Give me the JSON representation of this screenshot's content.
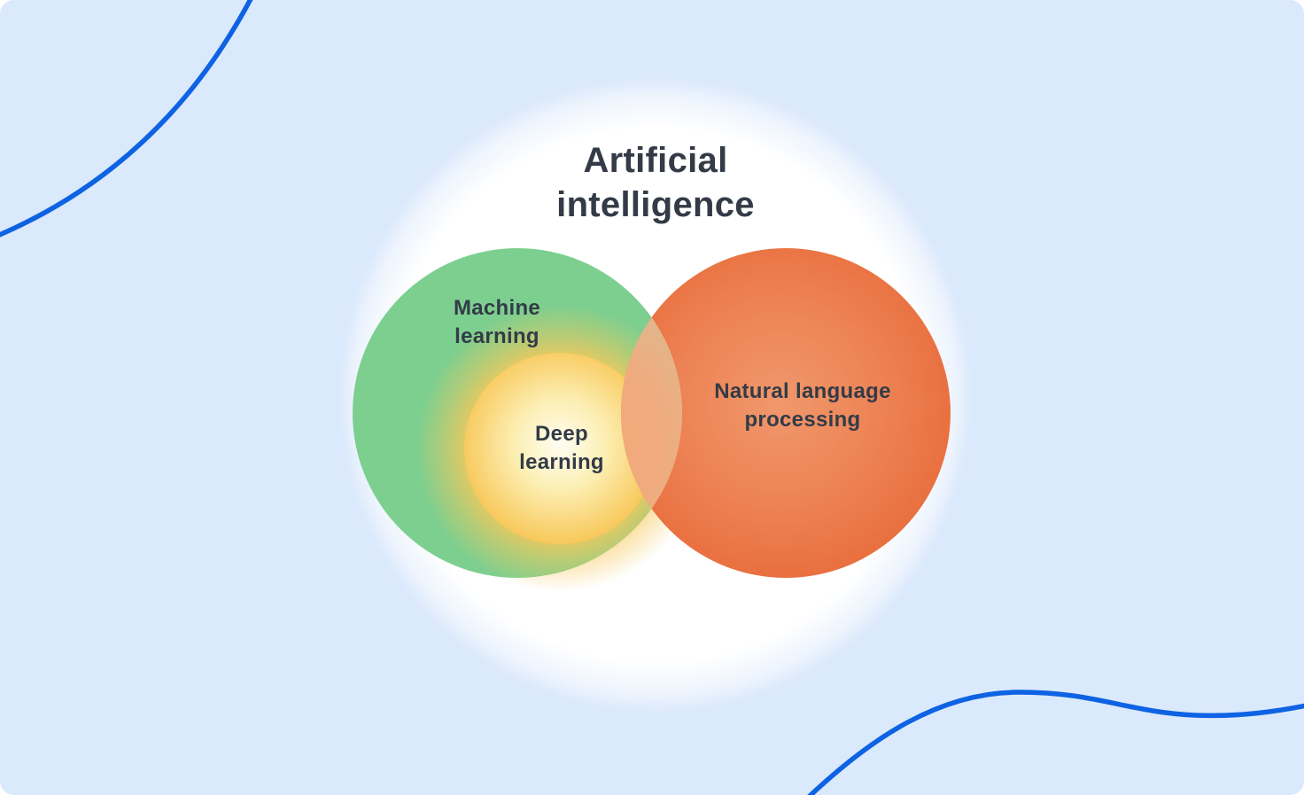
{
  "diagram": {
    "title_lines": [
      "Artificial",
      "intelligence"
    ],
    "title_full": "Artificial intelligence",
    "sets": [
      {
        "id": "machine-learning",
        "label_full": "Machine learning",
        "label_lines": [
          "Machine",
          "learning"
        ]
      },
      {
        "id": "deep-learning",
        "label_full": "Deep learning",
        "label_lines": [
          "Deep",
          "learning"
        ]
      },
      {
        "id": "natural-language-processing",
        "label_full": "Natural language processing",
        "label_lines": [
          "Natural language",
          "processing"
        ]
      }
    ]
  },
  "colors": {
    "background": "#DBE9FC",
    "decor_line": "#0D63E3",
    "ai_circle_white": "#FFFFFF",
    "ml_green": "#7DCF8F",
    "dl_yellow_center": "#FFFDF2",
    "dl_yellow_mid": "#FCEFB4",
    "dl_yellow_edge": "#F8C85A",
    "nlp_orange_center": "#F0986C",
    "nlp_orange_mid": "#ED8355",
    "nlp_orange_edge": "#E96E3D",
    "overlap_tan": "#DEB88E",
    "overlap_salmon": "#F3A97B",
    "text": "#333B47"
  }
}
